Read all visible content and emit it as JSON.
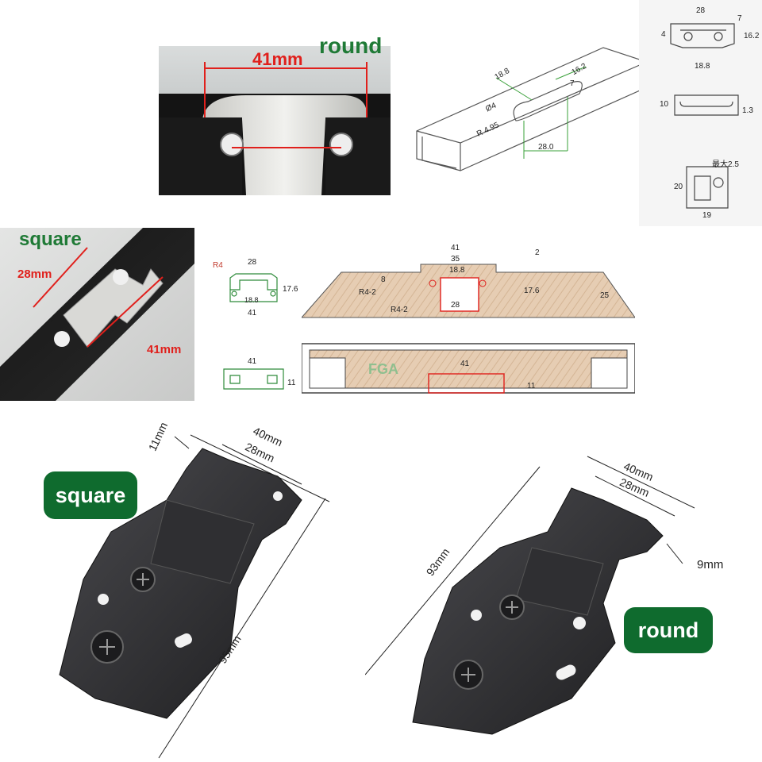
{
  "photo_round": {
    "label": "round",
    "width_dim": "41mm"
  },
  "photo_square": {
    "label": "square",
    "dim_a": "28mm",
    "dim_b": "41mm"
  },
  "drawing_round_profile": {
    "dims": [
      "18.8",
      "16.2",
      "7",
      "Ø4",
      "R 4.95",
      "28.0"
    ]
  },
  "drawing_round_details": {
    "top_dims": [
      "28",
      "4",
      "7",
      "16.2",
      "18.8"
    ],
    "mid_dims": [
      "10",
      "1.3"
    ],
    "bottom_dims": [
      "最大2.5",
      "20",
      "19"
    ]
  },
  "drawing_square_small": {
    "dims": [
      "R4",
      "28",
      "17.6",
      "18.8",
      "41"
    ],
    "side_dims": [
      "41",
      "11"
    ]
  },
  "drawing_square_section": {
    "dims": [
      "41",
      "35",
      "18.8",
      "2",
      "8",
      "R4-2",
      "17.6",
      "25",
      "R4-2",
      "28"
    ],
    "plan_dims": [
      "41",
      "11"
    ],
    "brand": "FGA"
  },
  "hinge_square": {
    "badge": "square",
    "dims": [
      "11mm",
      "40mm",
      "28mm",
      "95mm"
    ]
  },
  "hinge_round": {
    "badge": "round",
    "dims": [
      "40mm",
      "28mm",
      "93mm",
      "9mm"
    ]
  },
  "colors": {
    "badge_green": "#0f6b2e",
    "label_green": "#1f7a36",
    "dim_red": "#e0201c",
    "metal_dark": "#2b2b2e"
  }
}
